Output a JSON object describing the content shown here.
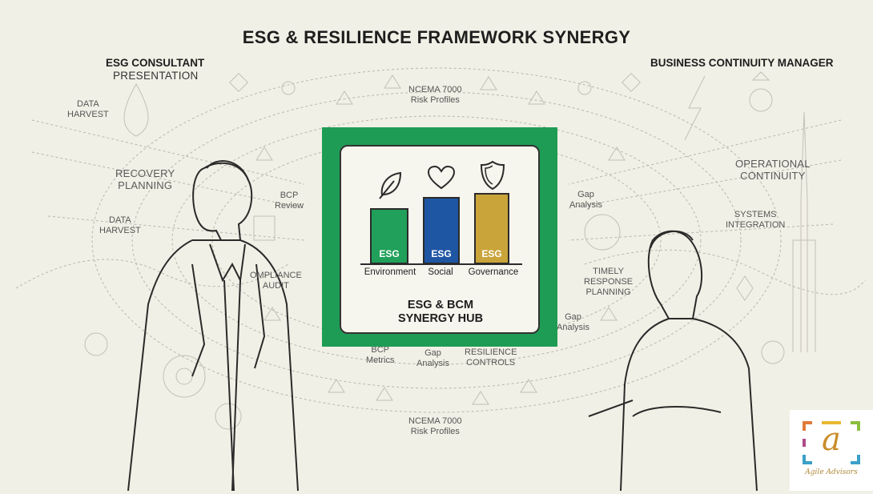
{
  "title": "ESG & RESILIENCE FRAMEWORK SYNERGY",
  "left_role": {
    "title": "ESG CONSULTANT",
    "subtitle": "PRESENTATION"
  },
  "right_role": {
    "title": "BUSINESS CONTINUITY MANAGER"
  },
  "left_labels": {
    "data_harvest_1": [
      "DATA",
      "HARVEST"
    ],
    "recovery_planning": [
      "RECOVERY",
      "PLANNING"
    ],
    "data_harvest_2": [
      "DATA",
      "HARVEST"
    ],
    "bcp_review": [
      "BCP",
      "Review"
    ],
    "compliance_audit": [
      "OMPLIANCE",
      "AUDIT"
    ]
  },
  "right_labels": {
    "operational_continuity": [
      "OPERATIONAL",
      "CONTINUITY"
    ],
    "systems_integration": [
      "SYSTEMS",
      "INTEGRATION"
    ],
    "gap_analysis_1": [
      "Gap",
      "Analysis"
    ],
    "timely_response": [
      "TIMELY",
      "RESPONSE",
      "PLANNING"
    ],
    "gap_analysis_2": [
      "Gap",
      "Analysis"
    ]
  },
  "center_labels": {
    "ncema_top": [
      "NCEMA 7000",
      "Risk Profiles"
    ],
    "ncema_bottom": [
      "NCEMA 7000",
      "Risk Profiles"
    ],
    "bcp_metrics": [
      "BCP",
      "Metrics"
    ],
    "gap_analysis_bottom": [
      "Gap",
      "Analysis"
    ],
    "resilience_controls": [
      "RESILIENCE",
      "CONTROLS"
    ]
  },
  "hub": {
    "title_line1": "ESG & BCM",
    "title_line2": "SYNERGY HUB",
    "frame_color": "#1e9c55"
  },
  "chart_data": {
    "type": "bar",
    "categories": [
      "Environment",
      "Social",
      "Governance"
    ],
    "values": [
      70,
      84,
      89
    ],
    "bar_labels": [
      "ESG",
      "ESG",
      "ESG"
    ],
    "icons": [
      "leaf-icon",
      "heart-icon",
      "shield-icon"
    ],
    "colors": [
      "#20a05a",
      "#1f56a3",
      "#c9a43a"
    ],
    "ylim": [
      0,
      100
    ]
  },
  "logo": {
    "letter": "a",
    "caption": "Agile Advisors"
  }
}
